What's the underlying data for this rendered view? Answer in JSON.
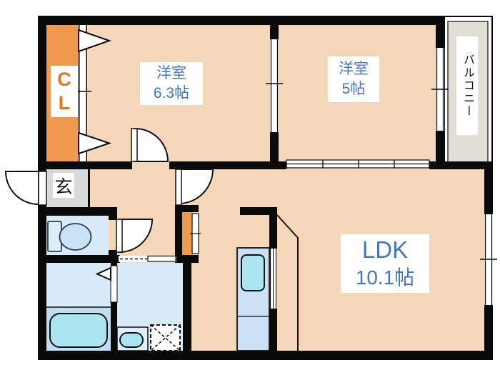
{
  "floorplan": {
    "rooms": {
      "bedroom1": {
        "name": "洋室",
        "size": "6.3帖"
      },
      "bedroom2": {
        "name": "洋室",
        "size": "5帖"
      },
      "ldk": {
        "name": "LDK",
        "size": "10.1帖"
      },
      "closet": {
        "line1": "C",
        "line2": "L"
      },
      "entrance": {
        "label": "玄"
      },
      "balcony": {
        "label": "バルコニー"
      }
    },
    "colors": {
      "floor_peach": "#F4D6B8",
      "closet_orange": "#EF9A4F",
      "entrance_gray": "#D9D9D9",
      "balcony_gray": "#E1DFD5",
      "wet_room_blue": "#D9EAF8",
      "bath_floor_blue": "#C2DCF2",
      "fixture_cyan": "#ABE6F0",
      "kitchen_blue": "#C9E0F5",
      "wall_black": "#0A0A0A",
      "label_blue": "#4577B8",
      "closet_label_orange": "#E2761B"
    }
  }
}
